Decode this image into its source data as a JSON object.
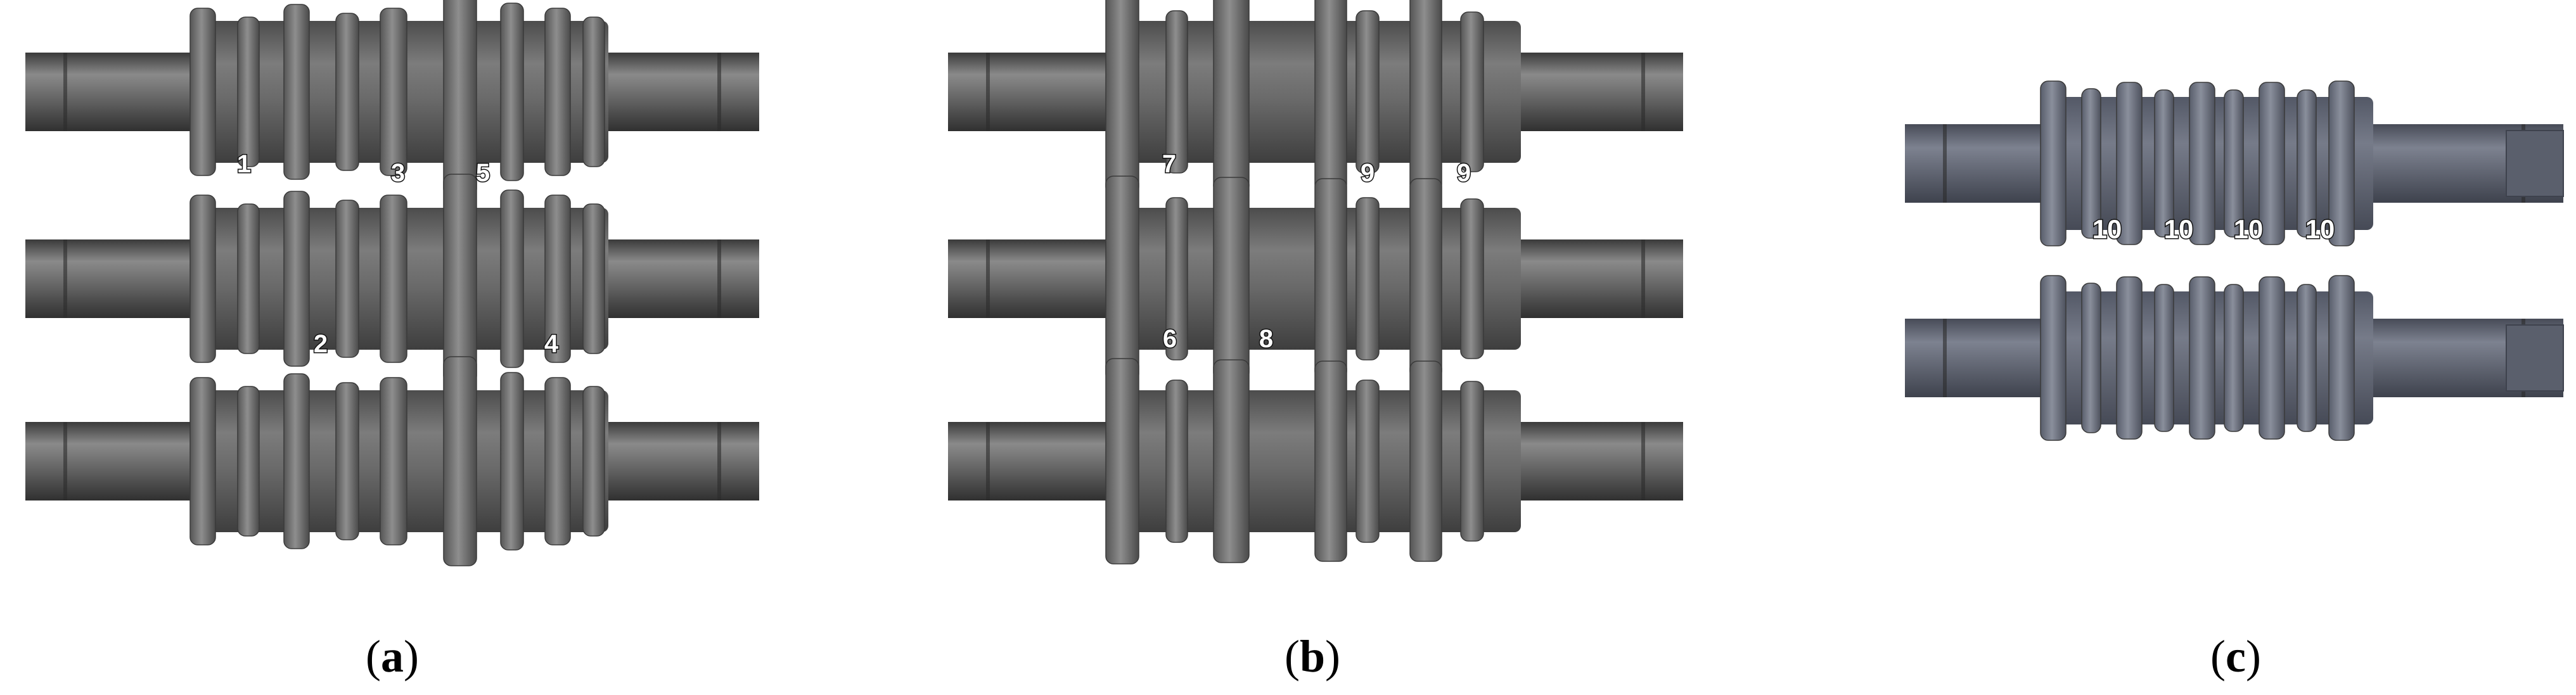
{
  "panels": [
    {
      "id": "a",
      "caption": {
        "open": "(",
        "letter": "a",
        "close": ")"
      },
      "roll_color": "#616161",
      "pass_labels": [
        "1",
        "3",
        "5",
        "2",
        "4"
      ]
    },
    {
      "id": "b",
      "caption": {
        "open": "(",
        "letter": "b",
        "close": ")"
      },
      "roll_color": "#616161",
      "pass_labels": [
        "7",
        "9",
        "9",
        "6",
        "8"
      ]
    },
    {
      "id": "c",
      "caption": {
        "open": "(",
        "letter": "c",
        "close": ")"
      },
      "roll_color": "#5f6471",
      "pass_labels": [
        "10",
        "10",
        "10",
        "10"
      ]
    }
  ]
}
